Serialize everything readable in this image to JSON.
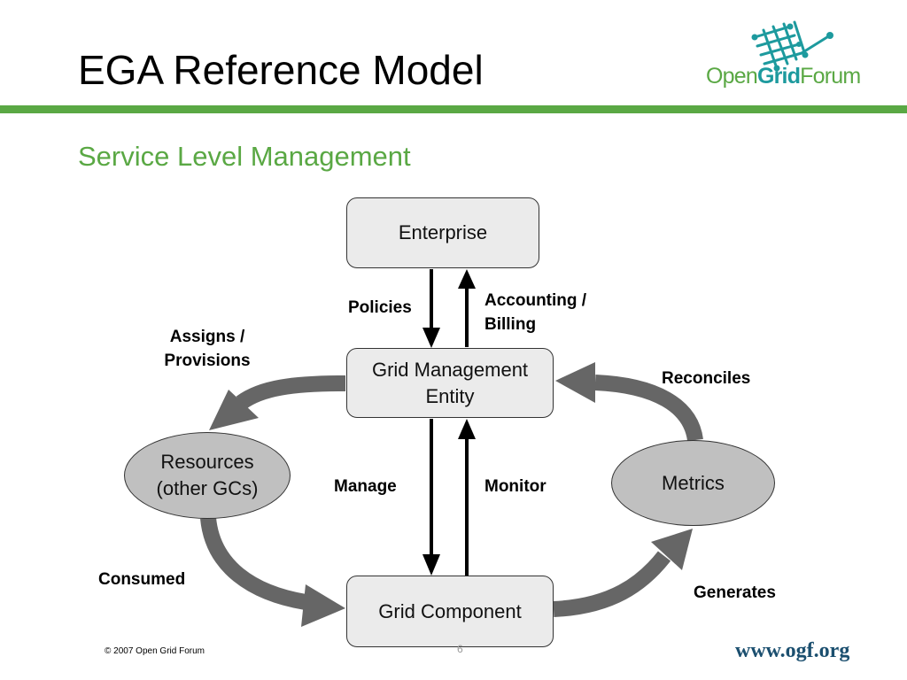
{
  "slide": {
    "title": "EGA Reference Model",
    "subtitle": "Service Level Management"
  },
  "logo": {
    "open": "Open",
    "grid": "Grid",
    "forum": "Forum"
  },
  "nodes": {
    "enterprise": "Enterprise",
    "gme_line1": "Grid Management",
    "gme_line2": "Entity",
    "grid_component": "Grid Component",
    "resources_line1": "Resources",
    "resources_line2": "(other GCs)",
    "metrics": "Metrics"
  },
  "edges": {
    "policies": "Policies",
    "accounting_line1": "Accounting /",
    "accounting_line2": "Billing",
    "assigns_line1": "Assigns /",
    "assigns_line2": "Provisions",
    "reconciles": "Reconciles",
    "manage": "Manage",
    "monitor": "Monitor",
    "consumed": "Consumed",
    "generates": "Generates"
  },
  "footer": {
    "copyright": "© 2007 Open Grid Forum",
    "page_number": "6",
    "url": "www.ogf.org"
  },
  "colors": {
    "accent_green": "#5aa844",
    "logo_teal": "#1d9a9e",
    "url_blue": "#1b4f6f",
    "box_fill": "#ebebeb",
    "ellipse_fill": "#c0c0c0",
    "flow_arrow": "#666666"
  }
}
